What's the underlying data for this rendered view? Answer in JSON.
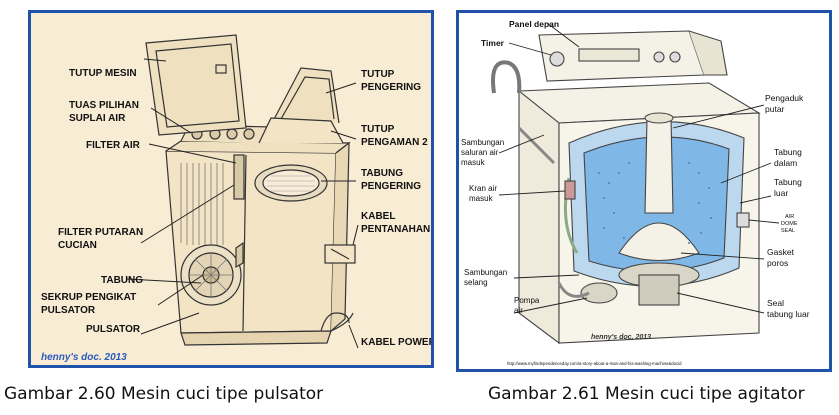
{
  "left": {
    "labels": {
      "tutup_mesin": "TUTUP MESIN",
      "tuas_1": "TUAS PILIHAN",
      "tuas_2": "SUPLAI AIR",
      "filter_air": "FILTER AIR",
      "filter_putaran_1": "FILTER PUTARAN",
      "filter_putaran_2": "CUCIAN",
      "tabung": "TABUNG",
      "sekrup_1": "SEKRUP PENGIKAT",
      "sekrup_2": "PULSATOR",
      "pulsator": "PULSATOR",
      "tutup_pengering_1": "TUTUP",
      "tutup_pengering_2": "PENGERING",
      "tutup_pengaman_1": "TUTUP",
      "tutup_pengaman_2": "PENGAMAN 2",
      "tabung_pengering_1": "TABUNG",
      "tabung_pengering_2": "PENGERING",
      "kabel_pentanahan_1": "KABEL",
      "kabel_pentanahan_2": "PENTANAHAN",
      "kabel_power": "KABEL POWER"
    },
    "signature": "henny's doc. 2013",
    "caption": "Gambar 2.60 Mesin cuci tipe pulsator"
  },
  "right": {
    "labels": {
      "panel_depan": "Panel depan",
      "timer": "Timer",
      "pengaduk_1": "Pengaduk",
      "pengaduk_2": "putar",
      "sambungan_air_1": "Sambungan",
      "sambungan_air_2": "saluran air",
      "sambungan_air_3": "masuk",
      "kran_1": "Kran air",
      "kran_2": "masuk",
      "tabung_dalam_1": "Tabung",
      "tabung_dalam_2": "dalam",
      "tabung_luar_1": "Tabung",
      "tabung_luar_2": "luar",
      "air_dome_1": "AIR",
      "air_dome_2": "DOME",
      "air_dome_3": "SEAL",
      "gasket_1": "Gasket",
      "gasket_2": "poros",
      "sambungan_selang_1": "Sambungan",
      "sambungan_selang_2": "selang",
      "pompa_1": "Pompa",
      "pompa_2": "air",
      "seal_1": "Seal",
      "seal_2": "tabung luar"
    },
    "signature": "henny's doc. 2013",
    "url": "http://www.myfindependenceday.com/a-story-about-a-man-and-his-washing-machine&docid",
    "caption": "Gambar 2.61 Mesin cuci tipe agitator"
  },
  "colors": {
    "frame": "#1f52a8",
    "left_bg": "#f8ecd4",
    "signature": "#2a5bbf",
    "water": "#7fb7e6"
  }
}
